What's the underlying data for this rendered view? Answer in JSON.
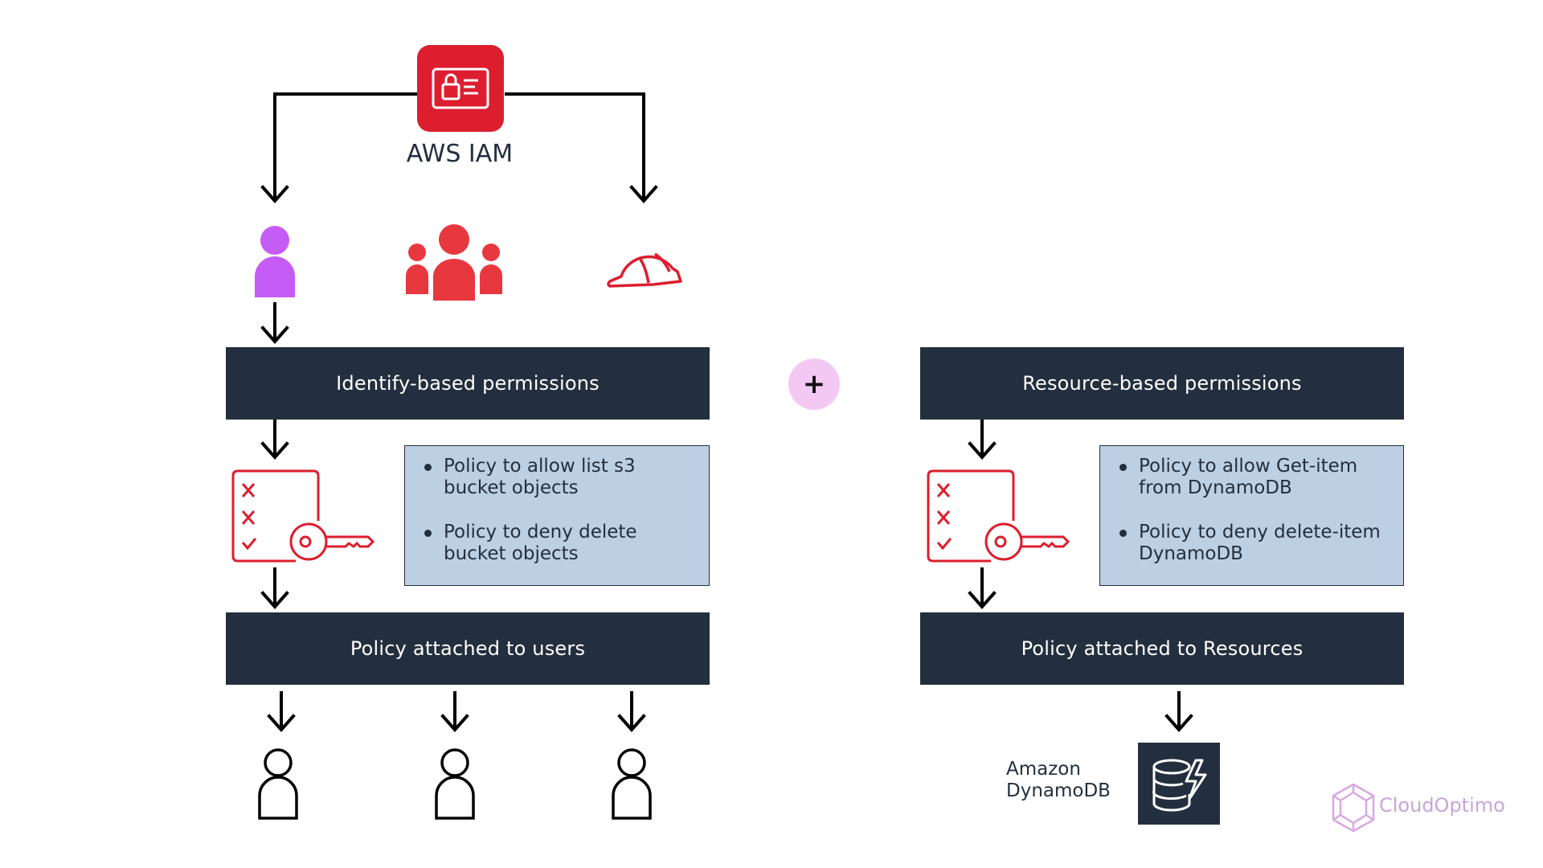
{
  "iam": {
    "label": "AWS IAM"
  },
  "identity": {
    "header": "Identify-based permissions",
    "policies": [
      "Policy to allow list s3 bucket objects",
      "Policy to deny delete bucket objects"
    ],
    "footer": "Policy attached to users"
  },
  "plus": "+",
  "resource": {
    "header": "Resource-based permissions",
    "policies": [
      "Policy to allow Get-item from DynamoDB",
      "Policy to deny delete-item DynamoDB"
    ],
    "footer": "Policy attached to Resources",
    "service_label_line1": "Amazon",
    "service_label_line2": "DynamoDB"
  },
  "watermark": "CloudOptimo",
  "colors": {
    "dark": "#232f3e",
    "iam_red": "#dd1e2e",
    "group_red": "#e8383f",
    "user_purple": "#c55cf6",
    "policy_bg": "#bccfe3",
    "plus_bg": "#f3c9f4"
  },
  "icons": [
    "iam-icon",
    "user-icon",
    "group-icon",
    "role-helmet-icon",
    "policy-checklist-icon",
    "key-icon",
    "dynamodb-icon",
    "cloudoptimo-logo"
  ]
}
